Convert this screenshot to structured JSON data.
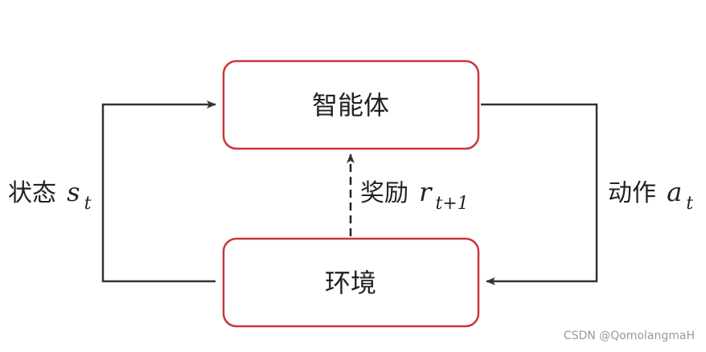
{
  "nodes": {
    "agent": {
      "label": "智能体"
    },
    "environment": {
      "label": "环境"
    }
  },
  "edges": {
    "state": {
      "label": "状态",
      "var": "s",
      "sub": "t"
    },
    "action": {
      "label": "动作",
      "var": "a",
      "sub": "t"
    },
    "reward": {
      "label": "奖励",
      "var": "r",
      "sub": "t+1"
    }
  },
  "colors": {
    "box_border": "#c8373a",
    "line": "#333333"
  },
  "watermark": "CSDN @QomolangmaH"
}
